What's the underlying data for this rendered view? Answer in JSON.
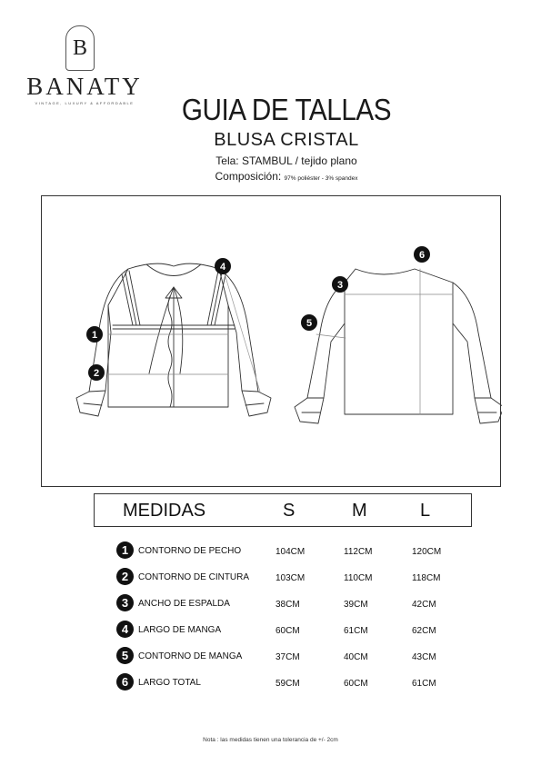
{
  "brand": {
    "monogram": "B",
    "name": "BANATY",
    "tagline": "VINTAGE, LUXURY & AFFORDABLE"
  },
  "header": {
    "title": "GUIA DE TALLAS",
    "product": "BLUSA CRISTAL",
    "fabric": "Tela: STAMBUL / tejido plano",
    "composition_label": "Composición:",
    "composition_value": "97% poliéster - 3% spandex"
  },
  "diagram": {
    "markers": [
      "1",
      "2",
      "3",
      "4",
      "5",
      "6"
    ],
    "line_color": "#333333"
  },
  "table": {
    "header": {
      "label": "MEDIDAS",
      "sizes": [
        "S",
        "M",
        "L"
      ]
    },
    "rows": [
      {
        "num": "1",
        "name": "CONTORNO  DE PECHO",
        "s": "104CM",
        "m": "112CM",
        "l": "120CM"
      },
      {
        "num": "2",
        "name": "CONTORNO DE CINTURA",
        "s": "103CM",
        "m": "110CM",
        "l": "118CM"
      },
      {
        "num": "3",
        "name": "ANCHO DE ESPALDA",
        "s": "38CM",
        "m": "39CM",
        "l": "42CM"
      },
      {
        "num": "4",
        "name": "LARGO DE MANGA",
        "s": "60CM",
        "m": "61CM",
        "l": "62CM"
      },
      {
        "num": "5",
        "name": "CONTORNO DE MANGA",
        "s": "37CM",
        "m": "40CM",
        "l": "43CM"
      },
      {
        "num": "6",
        "name": "LARGO TOTAL",
        "s": "59CM",
        "m": "60CM",
        "l": "61CM"
      }
    ]
  },
  "footer": {
    "note": "Nota : las medidas tienen una tolerancia de +/- 2cm"
  }
}
